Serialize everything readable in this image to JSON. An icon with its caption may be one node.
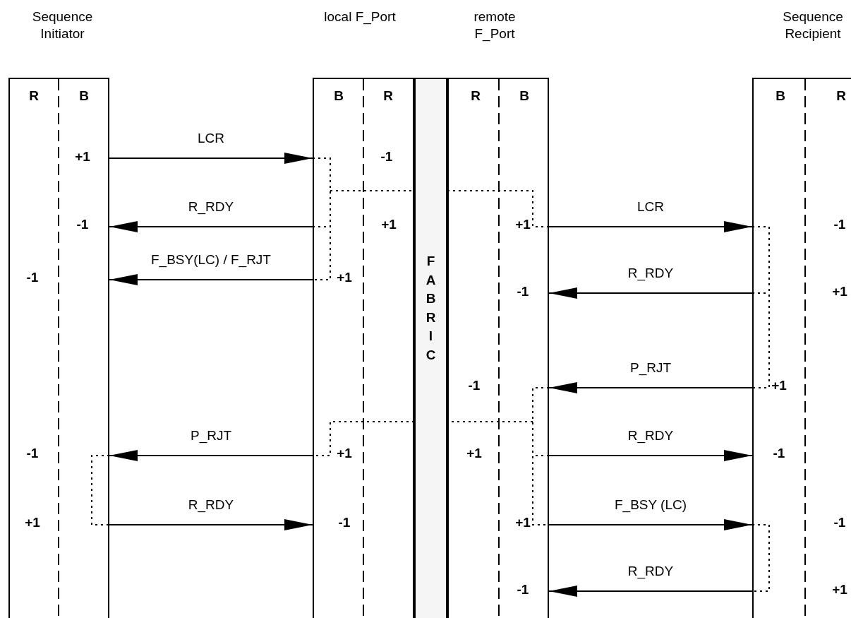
{
  "diagram": {
    "nodes": [
      {
        "text": [
          "Sequence Initiator",
          "R",
          "B"
        ]
      },
      {
        "text": [
          "local F_Port",
          "B",
          "R"
        ]
      },
      {
        "text": [
          "FABRIC"
        ]
      },
      {
        "text": [
          "remote F_Port",
          "R",
          "B"
        ]
      },
      {
        "text": [
          "Sequence Recipient",
          "B",
          "R"
        ]
      }
    ],
    "edges": [
      {
        "from": 0,
        "to": 1,
        "arrow": "to",
        "label": "LCR"
      },
      {
        "from": 1,
        "to": 0,
        "arrow": "to",
        "label": "R_RDY"
      },
      {
        "from": 1,
        "to": 0,
        "arrow": "to",
        "label": "F_BSY(LC) / F_RJT"
      },
      {
        "from": 3,
        "to": 4,
        "arrow": "to",
        "label": "LCR"
      },
      {
        "from": 4,
        "to": 3,
        "arrow": "to",
        "label": "R_RDY"
      },
      {
        "from": 4,
        "to": 3,
        "arrow": "to",
        "label": "P_RJT"
      },
      {
        "from": 1,
        "to": 0,
        "arrow": "to",
        "label": "P_RJT"
      },
      {
        "from": 3,
        "to": 4,
        "arrow": "to",
        "label": "R_RDY"
      },
      {
        "from": 0,
        "to": 1,
        "arrow": "to",
        "label": "R_RDY"
      },
      {
        "from": 3,
        "to": 4,
        "arrow": "to",
        "label": "F_BSY (LC)"
      },
      {
        "from": 4,
        "to": 3,
        "arrow": "to",
        "label": "R_RDY"
      },
      {
        "from": 1,
        "to": 2,
        "arrow": "none",
        "style": "dashed"
      },
      {
        "from": 2,
        "to": 3,
        "arrow": "none",
        "style": "dashed"
      },
      {
        "from": 3,
        "to": 2,
        "arrow": "none",
        "style": "dashed"
      },
      {
        "from": 2,
        "to": 1,
        "arrow": "none",
        "style": "dashed"
      }
    ],
    "labels": [
      "+1",
      "-1",
      "-1",
      "+1",
      "+1",
      "-1",
      "-1",
      "+1",
      "-1",
      "+1",
      "-1",
      "+1",
      "-1",
      "+1",
      "+1",
      "-1",
      "+1",
      "-1",
      "+1",
      "-1",
      "-1",
      "+1"
    ]
  }
}
